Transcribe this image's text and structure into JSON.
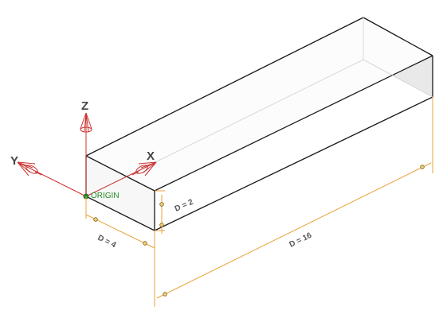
{
  "axes": {
    "z_label": "Z",
    "y_label": "Y",
    "x_label": "X",
    "origin_label": "ORIGIN"
  },
  "dimensions": {
    "height_label": "D = 2",
    "width_label": "D = 4",
    "length_label": "D = 16"
  },
  "colors": {
    "edge": "#1a1a1a",
    "dimension": "#e8a33a",
    "axis": "#cc3333",
    "origin": "#2a8a2a",
    "face_shade": "#e6e6e6"
  },
  "icons": {
    "z_axis": "cone-arrow-icon",
    "y_axis": "cone-arrow-icon",
    "x_axis": "cone-arrow-icon",
    "origin": "origin-point-icon"
  }
}
